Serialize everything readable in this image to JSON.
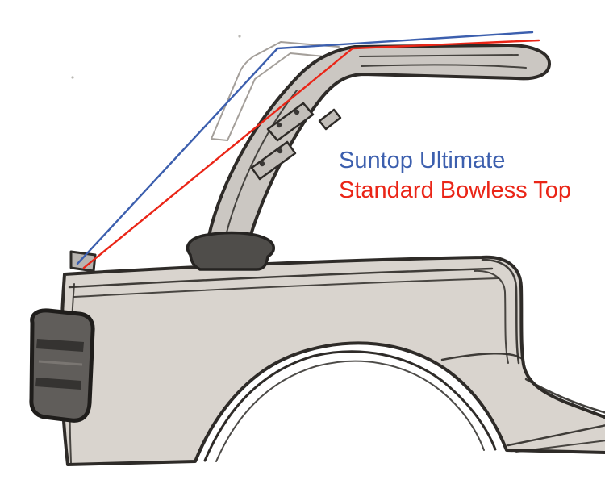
{
  "legend": {
    "items": [
      {
        "id": "suntop-ultimate",
        "label": "Suntop Ultimate"
      },
      {
        "id": "standard-bowless-top",
        "label": "Standard Bowless Top"
      }
    ]
  },
  "colors": {
    "suntop_line": "#3c5fae",
    "bowless_line": "#ea2517",
    "sketch_outline": "#2e2b28",
    "frame_line": "#a49f9a",
    "body_fill": "#d9d4ce",
    "bar_fill": "#cbc7c2",
    "pad_fill": "#4f4d4a",
    "flare_fill": "#605d5a",
    "background": "#ffffff"
  }
}
